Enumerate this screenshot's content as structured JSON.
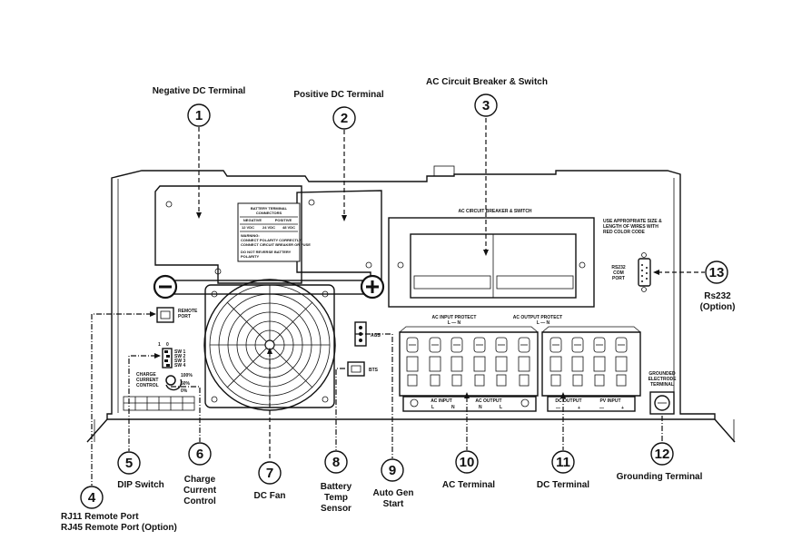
{
  "callouts": [
    {
      "num": "1",
      "label": "Negative DC Terminal"
    },
    {
      "num": "2",
      "label": "Positive DC Terminal"
    },
    {
      "num": "3",
      "label": "AC Circuit Breaker & Switch"
    },
    {
      "num": "4",
      "label_line1": "RJ11 Remote Port",
      "label_line2": "RJ45 Remote Port (Option)"
    },
    {
      "num": "5",
      "label": "DIP Switch"
    },
    {
      "num": "6",
      "label_line1": "Charge",
      "label_line2": "Current",
      "label_line3": "Control"
    },
    {
      "num": "7",
      "label": "DC Fan"
    },
    {
      "num": "8",
      "label_line1": "Battery",
      "label_line2": "Temp",
      "label_line3": "Sensor"
    },
    {
      "num": "9",
      "label_line1": "Auto Gen",
      "label_line2": "Start"
    },
    {
      "num": "10",
      "label": "AC Terminal"
    },
    {
      "num": "11",
      "label": "DC Terminal"
    },
    {
      "num": "12",
      "label": "Grounding Terminal"
    },
    {
      "num": "13",
      "label_line1": "Rs232",
      "label_line2": "(Option)"
    }
  ],
  "panel": {
    "battery_title_1": "BATTERY TERMINAL",
    "battery_title_2": "CONNECTORS",
    "negative": "NEGATIVE",
    "positive": "POSITIVE",
    "v12": "12 VDC",
    "v24": "24 VDC",
    "v48": "48 VDC",
    "warning_1": "WARNING:",
    "warning_2": "CONNECT POLARITY CORRECTLY",
    "warning_3": "CONNECT CIRCUIT BREAKER OR FUSE",
    "caution_1": "DO NOT REVERSE BATTERY",
    "caution_2": "POLARITY",
    "breaker_title": "AC CIRCUIT BREAKER & SWITCH",
    "wire_note_1": "USE APPROPRIATE SIZE &",
    "wire_note_2": "LENGTH OF WIRES WITH",
    "wire_note_3": "RED COLOR CODE",
    "rs232_1": "RS232",
    "rs232_2": "COM",
    "rs232_3": "PORT",
    "remote_1": "REMOTE",
    "remote_2": "PORT",
    "ac_input_protect": "AC INPUT PROTECT",
    "ac_output_protect": "AC OUTPUT PROTECT",
    "ln": "L — N",
    "ags": "AGS",
    "bts": "BTS",
    "sw1": "SW 1",
    "sw2": "SW 2",
    "sw3": "SW 3",
    "sw4": "SW 4",
    "dip_1": "1",
    "dip_0": "0",
    "charge_1": "CHARGE",
    "charge_2": "CURRENT",
    "charge_3": "CONTROL",
    "pct100": "100%",
    "pct50": "50%",
    "pct0": "0%",
    "ac_input": "AC INPUT",
    "ac_output": "AC OUTPUT",
    "l": "L",
    "n": "N",
    "dc_output": "DC OUTPUT",
    "pv_input": "PV INPUT",
    "minus": "—",
    "plus": "+",
    "ground_1": "GROUNDED",
    "ground_2": "ELECTRODE",
    "ground_3": "TERMINAL"
  }
}
